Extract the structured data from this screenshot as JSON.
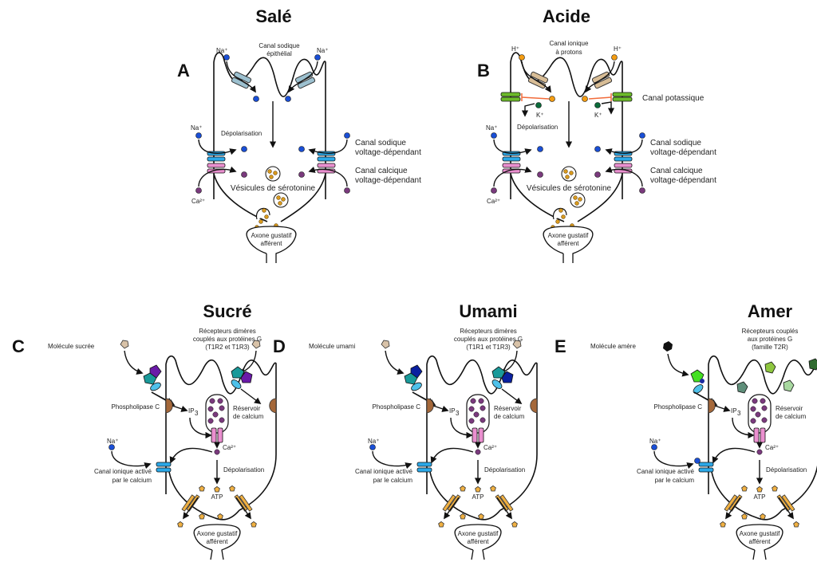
{
  "colors": {
    "na_ion": "#1a4fd6",
    "ca_ion": "#7a3a7d",
    "h_ion": "#f39c12",
    "k_ion": "#0b6b3a",
    "serotonin": "#d99a1e",
    "atp": "#f0b042",
    "na_channel": "#2ba8e8",
    "ca_channel": "#ea8fcf",
    "epithelial_channel": "#9cc0cf",
    "proton_channel": "#d8bd96",
    "k_channel": "#6cbb2a",
    "inhibition": "#f26b3a",
    "plc": "#a5683a",
    "tastant": "#d8c2a8",
    "bitter_molecule": "#111111",
    "sweet_r1": "#6a1aa8",
    "sweet_r2": "#1a9a9a",
    "umami_r1": "#0a20a0",
    "g_protein": "#4ec1ea",
    "atp_channel": "#f0b042"
  },
  "panels": {
    "A": {
      "letter": "A",
      "title": "Salé",
      "top_channel_label": [
        "Canal sodique",
        "épithélial"
      ],
      "ion_top": "Na⁺",
      "ion_side_na": "Na⁺",
      "ion_side_ca": "Ca²⁺",
      "depolarisation": "Dépolarisation",
      "na_vd_label": [
        "Canal sodique",
        "voltage-dépendant"
      ],
      "ca_vd_label": [
        "Canal calcique",
        "voltage-dépendant"
      ],
      "vesicles": "Vésicules de sérotonine",
      "axon": [
        "Axone gustatif",
        "afférent"
      ]
    },
    "B": {
      "letter": "B",
      "title": "Acide",
      "top_channel_label": [
        "Canal ionique",
        "à protons"
      ],
      "ion_top": "H⁺",
      "ion_k": "K⁺",
      "k_channel_label": "Canal potassique",
      "ion_side_na": "Na⁺",
      "ion_side_ca": "Ca²⁺",
      "depolarisation": "Dépolarisation",
      "na_vd_label": [
        "Canal sodique",
        "voltage-dépendant"
      ],
      "ca_vd_label": [
        "Canal calcique",
        "voltage-dépendant"
      ],
      "vesicles": "Vésicules de sérotonine",
      "axon": [
        "Axone gustatif",
        "afférent"
      ]
    },
    "C": {
      "letter": "C",
      "title": "Sucré",
      "receptor_label": [
        "Récepteurs dimères",
        "couplés aux protéines G",
        "(T1R2 et T1R3)"
      ],
      "molecule": "Molécule sucrée",
      "plc": "Phospholipase  C",
      "ip3": "IP",
      "ip3_sub": "3",
      "reservoir": [
        "Réservoir",
        "de calcium"
      ],
      "ca": "Ca²⁺",
      "na": "Na⁺",
      "ca_channel": [
        "Canal ionique activé",
        "par le calcium"
      ],
      "depolarisation": "Dépolarisation",
      "atp": "ATP",
      "axon": [
        "Axone gustatif",
        "afférent"
      ]
    },
    "D": {
      "letter": "D",
      "title": "Umami",
      "receptor_label": [
        "Récepteurs dimères",
        "couplés aux protéines G",
        "(T1R1 et T1R3)"
      ],
      "molecule": "Molécule umami",
      "plc": "Phospholipase  C",
      "ip3": "IP",
      "ip3_sub": "3",
      "reservoir": [
        "Réservoir",
        "de calcium"
      ],
      "ca": "Ca²⁺",
      "na": "Na⁺",
      "ca_channel": [
        "Canal ionique activé",
        "par le calcium"
      ],
      "depolarisation": "Dépolarisation",
      "atp": "ATP",
      "axon": [
        "Axone gustatif",
        "afférent"
      ]
    },
    "E": {
      "letter": "E",
      "title": "Amer",
      "receptor_label": [
        "Récepteurs couplés",
        "aux protéines G",
        "(famille T2R)"
      ],
      "molecule": "Molécule amère",
      "plc": "Phospholipase  C",
      "ip3": "IP",
      "ip3_sub": "3",
      "reservoir": [
        "Réservoir",
        "de calcium"
      ],
      "ca": "Ca²⁺",
      "na": "Na⁺",
      "ca_channel": [
        "Canal ionique activé",
        "par le calcium"
      ],
      "depolarisation": "Dépolarisation",
      "atp": "ATP",
      "axon": [
        "Axone gustatif",
        "afférent"
      ]
    }
  }
}
